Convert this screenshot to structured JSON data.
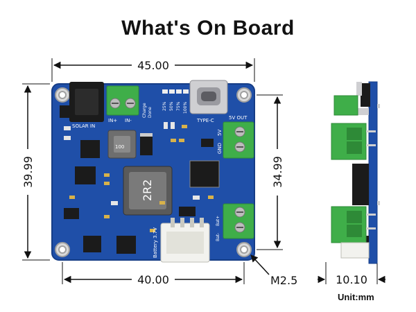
{
  "title": "What's On Board",
  "dimensions": {
    "top_width": "45.00",
    "bottom_width": "40.00",
    "left_height": "39.99",
    "right_height": "34.99",
    "hole": "M2.5",
    "thickness": "10.10",
    "unit": "Unit:mm"
  },
  "silkscreen": {
    "solar_in": "SOLAR IN",
    "in_plus": "IN+",
    "in_minus": "IN-",
    "charge": "Charge",
    "done": "Done",
    "p25": "25%",
    "p50": "50%",
    "p75": "75%",
    "p100": "100%",
    "type_c": "TYPE-C",
    "out_5v": "5V OUT",
    "five_v": "5V",
    "gnd": "GND",
    "inductor1": "100",
    "inductor2": "2R2",
    "battery": "Battery 3.7V",
    "bat_plus": "Bat+",
    "bat_minus": "Bat-"
  },
  "colors": {
    "pcb": "#1f4fa8",
    "terminal": "#3fae49",
    "connector": "#f2f2ee"
  }
}
